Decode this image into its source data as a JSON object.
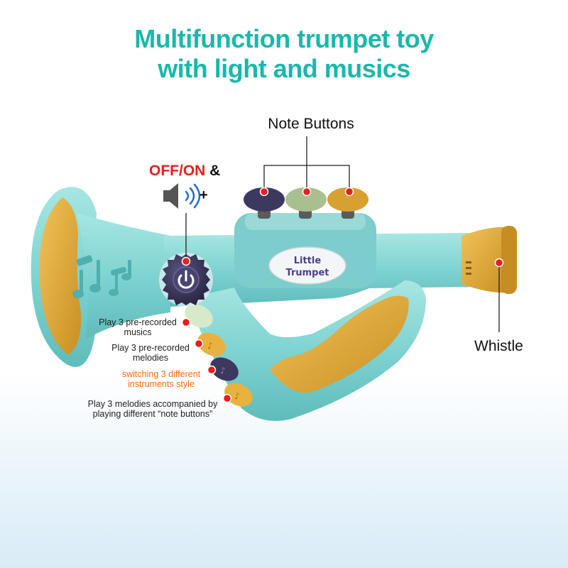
{
  "title": {
    "line1": "Multifunction trumpet toy",
    "line2": "with light and musics"
  },
  "callouts": {
    "note_buttons": "Note Buttons",
    "off_on": "OFF/ON",
    "ampersand": "&",
    "volume_plus": "+",
    "whistle": "Whistle"
  },
  "logo": {
    "line1": "Little",
    "line2": "Trumpet"
  },
  "descriptions": [
    {
      "line1": "Play 3 pre-recorded",
      "line2": "musics"
    },
    {
      "line1": "Play 3 pre-recorded",
      "line2": "melodies"
    },
    {
      "line1": "switching 3 different",
      "line2": "instruments style"
    },
    {
      "line1": "Play 3 melodies accompanied by",
      "line2": "playing different “note buttons”"
    }
  ],
  "colors": {
    "title": "#19b8ac",
    "body": "#7fd3d1",
    "bell_inner": "#e3ab3c",
    "dot": "#e8201c",
    "knob": "#3d3860",
    "highlight_text": "#f26b12"
  },
  "icons": [
    "speaker-icon",
    "sound-waves-icon",
    "power-icon",
    "music-notes-icon"
  ]
}
